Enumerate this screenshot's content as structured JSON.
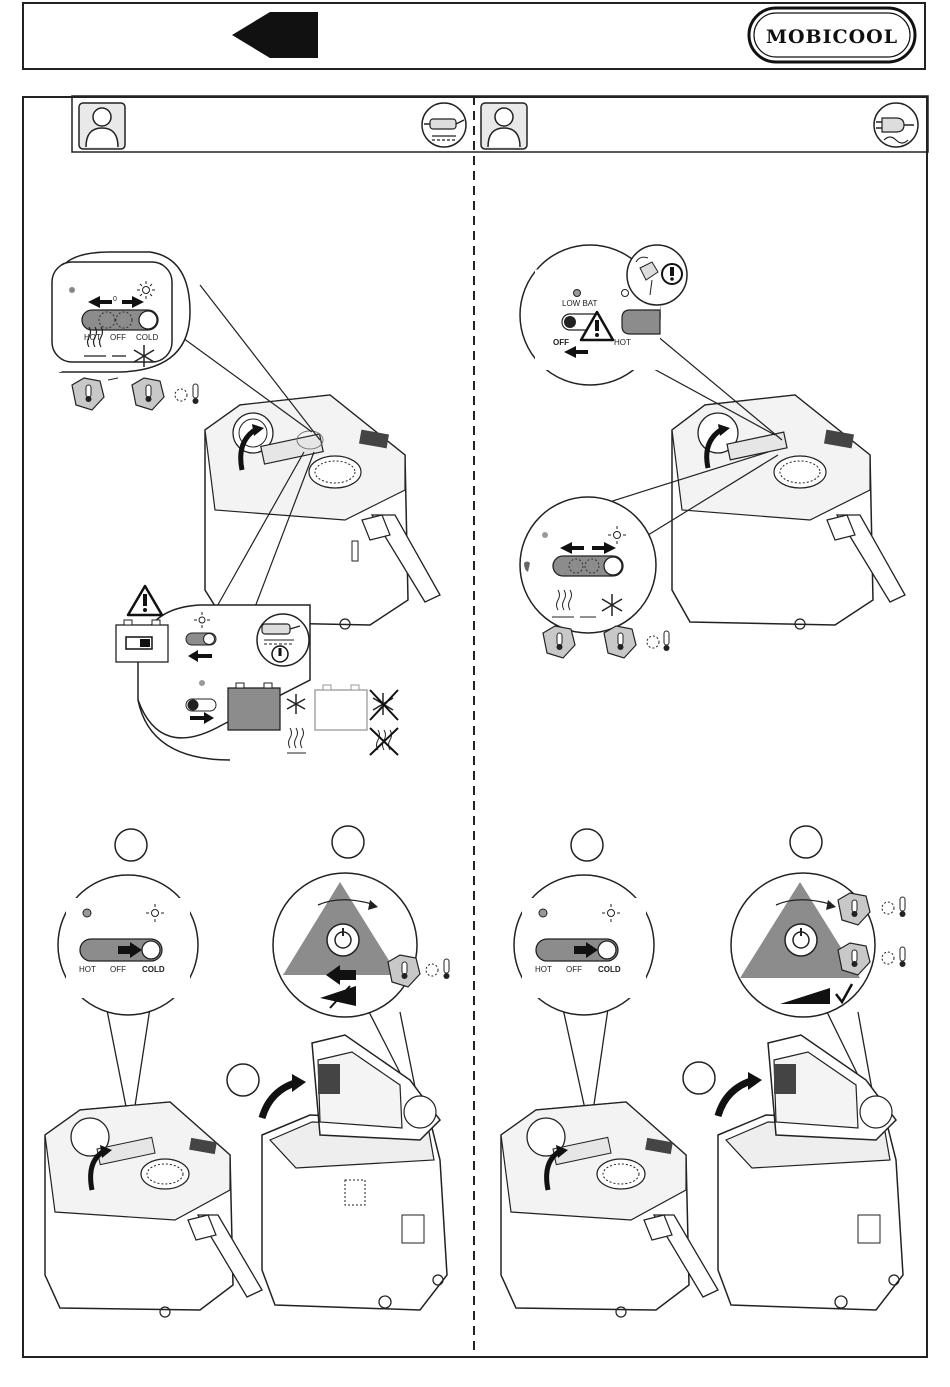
{
  "brand": {
    "logo_text": "MOBICOOL"
  },
  "colors": {
    "ink": "#222222",
    "grey_fill": "#8c8c8c",
    "light_fill": "#e6e6e6",
    "paper": "#ffffff"
  },
  "icons": [
    "back-arrow-icon",
    "user-icon",
    "car-plug-icon",
    "mains-plug-icon",
    "warning-icon",
    "battery-icon",
    "snowflake-icon",
    "heat-icon",
    "thermometer-icon",
    "sun-led-icon",
    "check-icon"
  ],
  "panel_left": {
    "switch_labels": {
      "hot": "HOT",
      "off": "OFF",
      "cold": "COLD"
    },
    "zero_mark": "0"
  },
  "panel_right": {
    "low_bat_label": "LOW BAT",
    "off_label": "OFF",
    "hot_label": "HOT",
    "switch_labels": {
      "hot": "HOT",
      "off": "OFF",
      "cold": "COLD"
    }
  },
  "steps_left": {
    "switch_labels": {
      "hot": "HOT",
      "off": "OFF",
      "cold": "COLD"
    }
  },
  "steps_right": {
    "switch_labels": {
      "hot": "HOT",
      "off": "OFF",
      "cold": "COLD"
    }
  }
}
